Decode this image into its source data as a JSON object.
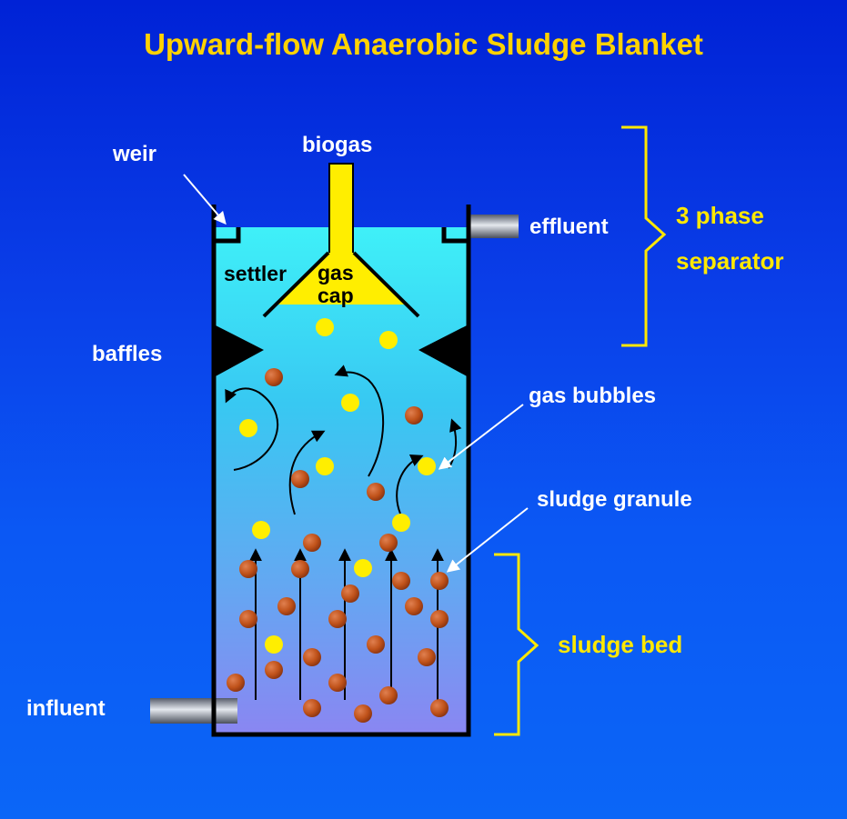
{
  "title": "Upward-flow Anaerobic Sludge Blanket",
  "labels": {
    "biogas": "biogas",
    "weir": "weir",
    "effluent": "effluent",
    "settler": "settler",
    "gas_cap_line1": "gas",
    "gas_cap_line2": "cap",
    "baffles": "baffles",
    "gas_bubbles": "gas bubbles",
    "sludge_granule": "sludge granule",
    "sludge_bed": "sludge bed",
    "influent": "influent",
    "separator_line1": "3 phase",
    "separator_line2": "separator"
  },
  "colors": {
    "title": "#ffd200",
    "label_white": "#ffffff",
    "label_yellow": "#ffe800",
    "bubble": "#ffee00",
    "granule": "#c0521a",
    "brace": "#ffe800",
    "reactor_top": "#3ff0f8",
    "reactor_bottom": "#8a86f2"
  }
}
